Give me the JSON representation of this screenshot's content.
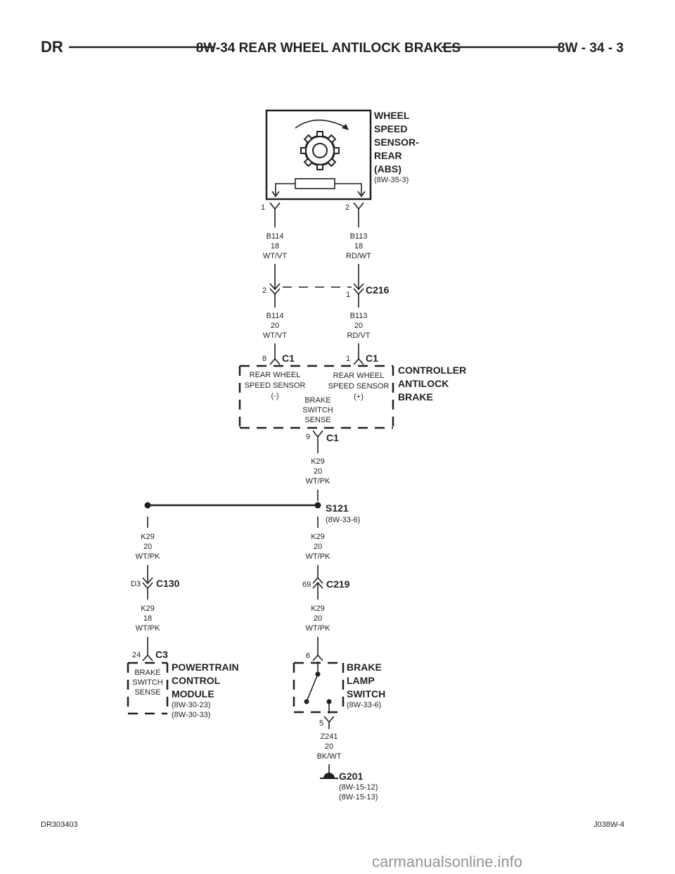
{
  "header": {
    "left": "DR",
    "title": "8W-34 REAR WHEEL ANTILOCK BRAKES",
    "right": "8W - 34 - 3"
  },
  "footer": {
    "left": "DR303403",
    "right": "J038W-4",
    "watermark": "carmanualsonline.info"
  },
  "wheel_speed_sensor": {
    "name_lines": [
      "WHEEL",
      "SPEED",
      "SENSOR-",
      "REAR",
      "(ABS)"
    ],
    "ref": "(8W-35-3)",
    "pin_left": "1",
    "pin_right": "2"
  },
  "wires": {
    "b114_upper": [
      "B114",
      "18",
      "WT/VT"
    ],
    "b113_upper": [
      "B113",
      "18",
      "RD/WT"
    ],
    "b114_lower": [
      "B114",
      "20",
      "WT/VT"
    ],
    "b113_lower": [
      "B113",
      "20",
      "RD/VT"
    ],
    "k29_cab_upper": [
      "K29",
      "20",
      "WT/PK"
    ],
    "k29_left_upper": [
      "K29",
      "20",
      "WT/PK"
    ],
    "k29_right_upper": [
      "K29",
      "20",
      "WT/PK"
    ],
    "k29_left_lower": [
      "K29",
      "18",
      "WT/PK"
    ],
    "k29_right_lower": [
      "K29",
      "20",
      "WT/PK"
    ],
    "z241": [
      "Z241",
      "20",
      "BK/WT"
    ]
  },
  "connectors": {
    "c216": {
      "name": "C216",
      "pin_left": "2",
      "pin_right": "1"
    },
    "c1_left": {
      "name": "C1",
      "pin": "8"
    },
    "c1_right": {
      "name": "C1",
      "pin": "1"
    },
    "c1_bottom": {
      "name": "C1",
      "pin": "9"
    },
    "c130": {
      "name": "C130",
      "pin": "D3"
    },
    "c219": {
      "name": "C219",
      "pin": "69"
    },
    "c3": {
      "name": "C3",
      "pin": "24"
    }
  },
  "cab": {
    "name_lines": [
      "CONTROLLER",
      "ANTILOCK",
      "BRAKE"
    ],
    "rws_minus": [
      "REAR WHEEL",
      "SPEED SENSOR",
      "(-)"
    ],
    "rws_plus": [
      "REAR WHEEL",
      "SPEED SENSOR",
      "(+)"
    ],
    "brake_switch": [
      "BRAKE",
      "SWITCH",
      "SENSE"
    ]
  },
  "splice": {
    "name": "S121",
    "ref": "(8W-33-6)"
  },
  "pcm": {
    "name_lines": [
      "POWERTRAIN",
      "CONTROL",
      "MODULE"
    ],
    "refs": [
      "(8W-30-23)",
      "(8W-30-33)"
    ],
    "internal": [
      "BRAKE",
      "SWITCH",
      "SENSE"
    ]
  },
  "brake_lamp_switch": {
    "name_lines": [
      "BRAKE",
      "LAMP",
      "SWITCH"
    ],
    "ref": "(8W-33-6)",
    "pin_top": "6",
    "pin_bottom": "5"
  },
  "ground": {
    "name": "G201",
    "refs": [
      "(8W-15-12)",
      "(8W-15-13)"
    ]
  }
}
